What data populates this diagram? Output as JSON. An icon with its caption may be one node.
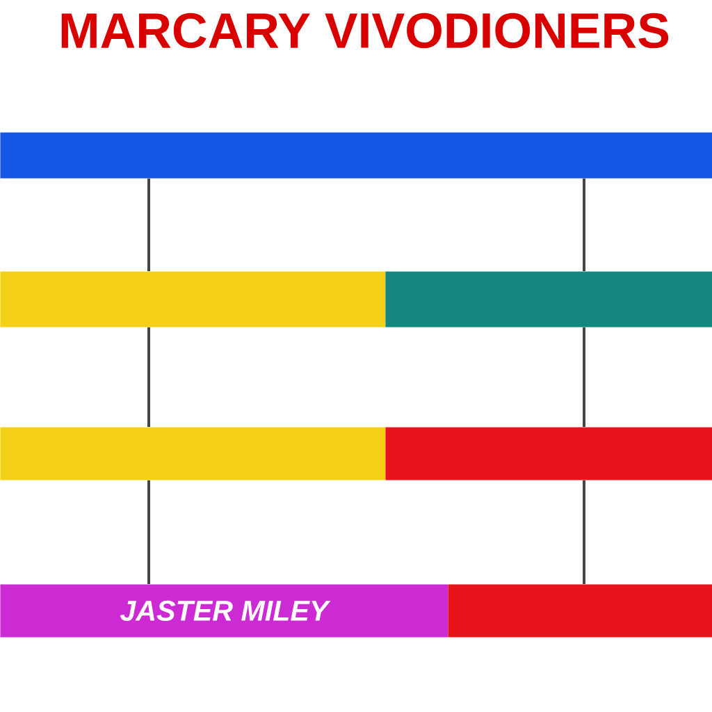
{
  "diagram": {
    "title": "MARCARY VIVODIONERS",
    "nodes": [
      {
        "text": [],
        "shape": "bar"
      },
      {
        "text": [],
        "shape": "bar"
      },
      {
        "text": [],
        "shape": "bar"
      },
      {
        "text": [],
        "shape": "bar"
      },
      {
        "text": [],
        "shape": "bar"
      },
      {
        "text": [
          "JASTER MILEY"
        ]
      },
      {
        "text": [],
        "shape": "bar"
      }
    ],
    "edges": [
      {
        "from": 0,
        "to": 1,
        "arrow": "none"
      },
      {
        "from": 1,
        "to": 3,
        "arrow": "none"
      },
      {
        "from": 3,
        "to": 5,
        "arrow": "none"
      },
      {
        "from": 0,
        "to": 2,
        "arrow": "none"
      },
      {
        "from": 2,
        "to": 4,
        "arrow": "none"
      },
      {
        "from": 4,
        "to": 6,
        "arrow": "none"
      }
    ]
  }
}
